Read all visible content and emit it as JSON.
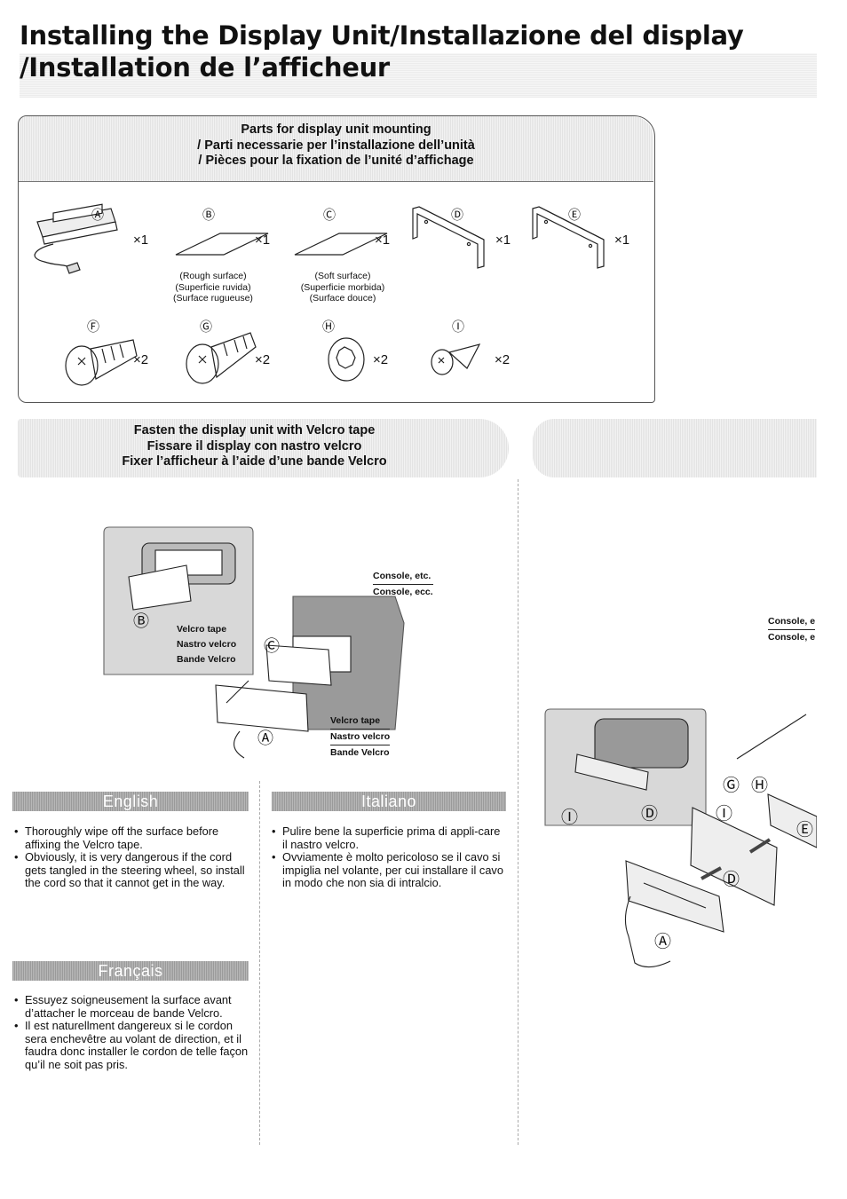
{
  "title": {
    "line1": "Installing the Display Unit/Installazione del display",
    "line2": "/Installation de l’afficheur"
  },
  "parts": {
    "heading": [
      "Parts for display unit mounting",
      "/ Parti necessarie per l’installazione dell’unità",
      "/ Pièces pour la fixation de l’unité d’affichage"
    ],
    "items": [
      {
        "letter": "Ⓐ",
        "qty": "×1"
      },
      {
        "letter": "Ⓑ",
        "qty": "×1",
        "note": [
          "(Rough surface)",
          "(Superficie ruvida)",
          "(Surface rugueuse)"
        ]
      },
      {
        "letter": "Ⓒ",
        "qty": "×1",
        "note": [
          "(Soft surface)",
          "(Superficie morbida)",
          "(Surface douce)"
        ]
      },
      {
        "letter": "Ⓓ",
        "qty": "×1"
      },
      {
        "letter": "Ⓔ",
        "qty": "×1"
      },
      {
        "letter": "Ⓕ",
        "qty": "×2"
      },
      {
        "letter": "Ⓖ",
        "qty": "×2"
      },
      {
        "letter": "Ⓗ",
        "qty": "×2"
      },
      {
        "letter": "Ⓘ",
        "qty": "×2"
      }
    ]
  },
  "velcro_section": {
    "heading": [
      "Fasten the display unit with Velcro tape",
      "Fissare il display con nastro velcro",
      "Fixer l’afficheur à l’aide d’une bande Velcro"
    ],
    "labels": {
      "console": [
        "Console, etc.",
        "Console, ecc."
      ],
      "velcro_left": [
        "Velcro tape",
        "Nastro velcro",
        "Bande Velcro"
      ],
      "velcro_right": [
        "Velcro tape",
        "Nastro velcro",
        "Bande Velcro"
      ],
      "b": "Ⓑ",
      "c": "Ⓒ",
      "a": "Ⓐ"
    }
  },
  "right_section": {
    "console": [
      "Console, e",
      "Console, e"
    ],
    "letters": {
      "g": "Ⓖ",
      "h": "Ⓗ",
      "i1": "Ⓘ",
      "d1": "Ⓓ",
      "i2": "Ⓘ",
      "e": "Ⓔ",
      "d2": "Ⓓ",
      "a": "Ⓐ"
    }
  },
  "english": {
    "label": "English",
    "bullets": [
      "Thoroughly wipe off the surface before affixing the Velcro tape.",
      "Obviously, it is very dangerous if the cord gets tangled in the steering wheel, so install the cord so that it cannot get in the way."
    ]
  },
  "italiano": {
    "label": "Italiano",
    "bullets": [
      "Pulire bene la superficie prima di appli-care il nastro velcro.",
      "Ovviamente è molto pericoloso se il cavo si impiglia nel volante, per cui installare il cavo in modo che non sia di intralcio."
    ]
  },
  "francais": {
    "label": "Français",
    "bullets": [
      "Essuyez soigneusement la surface avant d’attacher le morceau de bande Velcro.",
      "Il est naturellment dangereux si le cordon sera enchevêtre au volant de direction, et il faudra donc installer le cordon de telle façon qu’il ne soit pas pris."
    ]
  }
}
